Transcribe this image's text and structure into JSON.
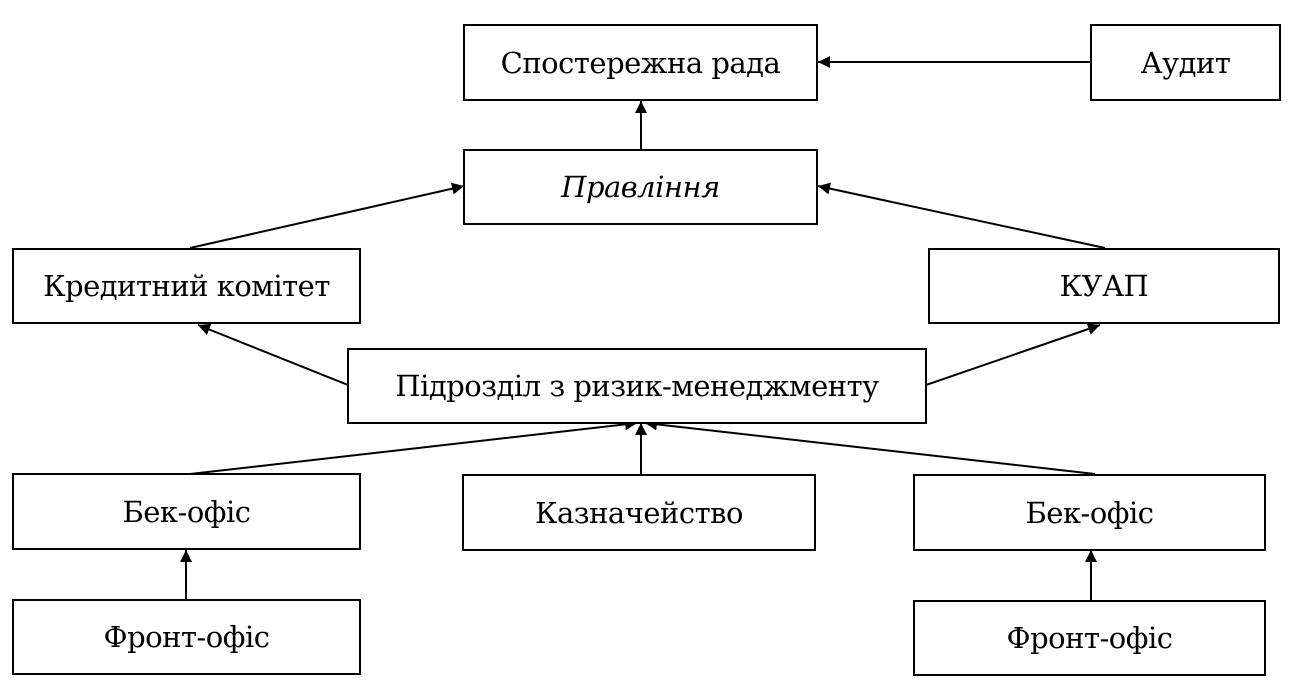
{
  "diagram": {
    "nodes": {
      "supervisory_board": {
        "label": "Спостережна рада"
      },
      "audit": {
        "label": "Аудит"
      },
      "board": {
        "label": "Правління"
      },
      "credit_committee": {
        "label": "Кредитний комітет"
      },
      "kuap": {
        "label": "КУАП"
      },
      "risk_management": {
        "label": "Підрозділ з ризик-менеджменту"
      },
      "back_office_left": {
        "label": "Бек-офіс"
      },
      "treasury": {
        "label": "Казначейство"
      },
      "back_office_right": {
        "label": "Бек-офіс"
      },
      "front_office_left": {
        "label": "Фронт-офіс"
      },
      "front_office_right": {
        "label": "Фронт-офіс"
      }
    },
    "edges": [
      {
        "from": "audit",
        "to": "supervisory_board"
      },
      {
        "from": "board",
        "to": "supervisory_board"
      },
      {
        "from": "credit_committee",
        "to": "board"
      },
      {
        "from": "kuap",
        "to": "board"
      },
      {
        "from": "risk_management",
        "to": "credit_committee"
      },
      {
        "from": "risk_management",
        "to": "kuap"
      },
      {
        "from": "back_office_left",
        "to": "risk_management"
      },
      {
        "from": "treasury",
        "to": "risk_management"
      },
      {
        "from": "back_office_right",
        "to": "risk_management"
      },
      {
        "from": "front_office_left",
        "to": "back_office_left"
      },
      {
        "from": "front_office_right",
        "to": "back_office_right"
      }
    ]
  }
}
